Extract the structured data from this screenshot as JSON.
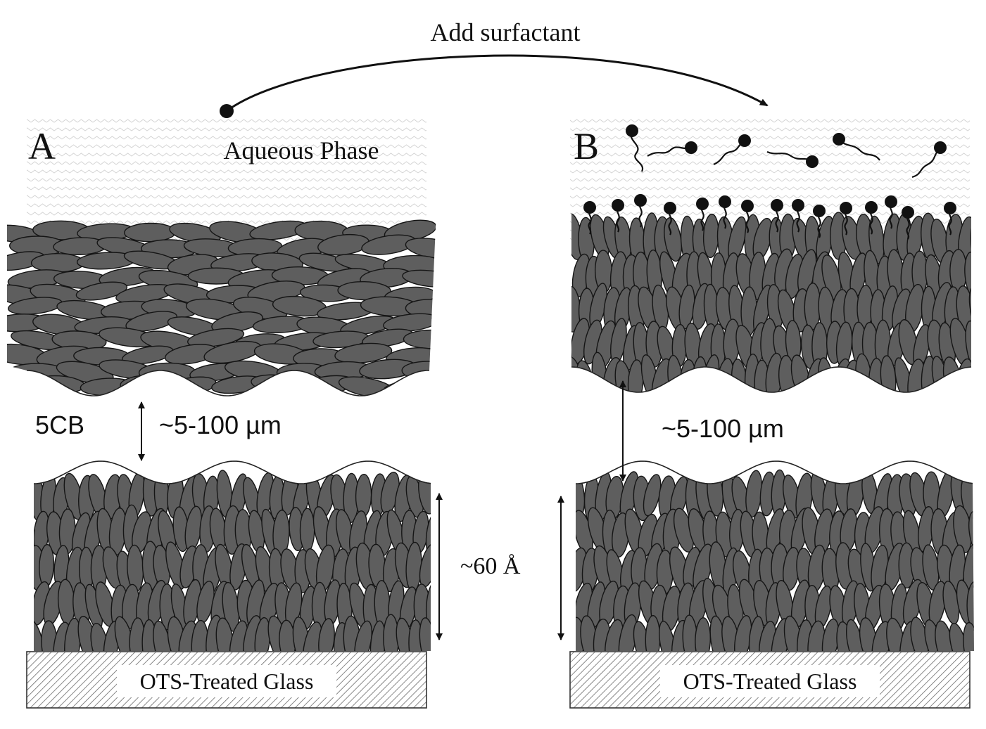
{
  "arrow_label": "Add surfactant",
  "panel_a": {
    "letter": "A",
    "phase_label": "Aqueous Phase",
    "lc_label": "5CB",
    "thickness_label": "~5-100 µm",
    "layer_label": "~60 Å",
    "substrate_label": "OTS-Treated Glass"
  },
  "panel_b": {
    "letter": "B",
    "thickness_label": "~5-100 µm",
    "substrate_label": "OTS-Treated Glass"
  }
}
